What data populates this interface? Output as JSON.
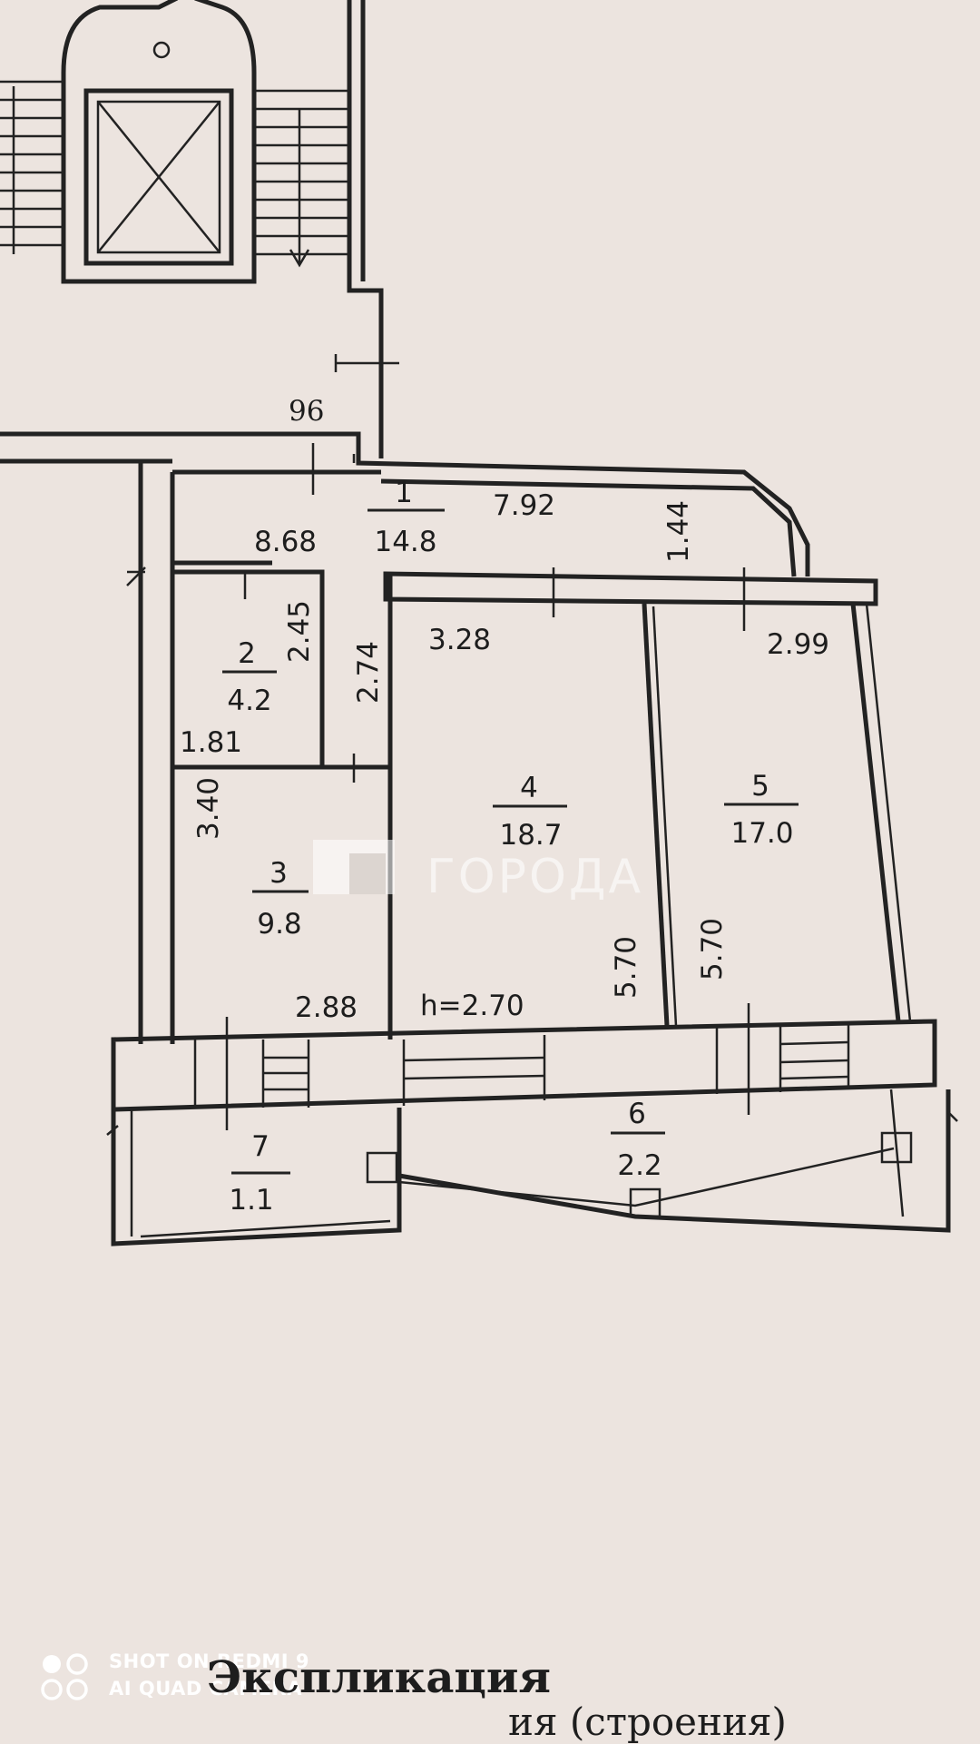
{
  "plan": {
    "stair_code": "96",
    "height_label": "h=2.70",
    "rooms": [
      {
        "number": "1",
        "area": "14.8"
      },
      {
        "number": "2",
        "area": "4.2"
      },
      {
        "number": "3",
        "area": "9.8"
      },
      {
        "number": "4",
        "area": "18.7"
      },
      {
        "number": "5",
        "area": "17.0"
      },
      {
        "number": "6",
        "area": "2.2"
      },
      {
        "number": "7",
        "area": "1.1"
      }
    ],
    "dimensions": [
      "7.92",
      "1.44",
      "8.68",
      "2.45",
      "2.74",
      "3.28",
      "2.99",
      "1.81",
      "3.40",
      "2.88",
      "5.70",
      "5.70"
    ]
  },
  "watermark": "ГОРОДА",
  "camera_stamp": {
    "line1": "SHOT ON REDMI 9",
    "line2": "AI QUAD CAMERA"
  },
  "document": {
    "heading": "Экспликация",
    "subheading": "ия (строения)"
  }
}
